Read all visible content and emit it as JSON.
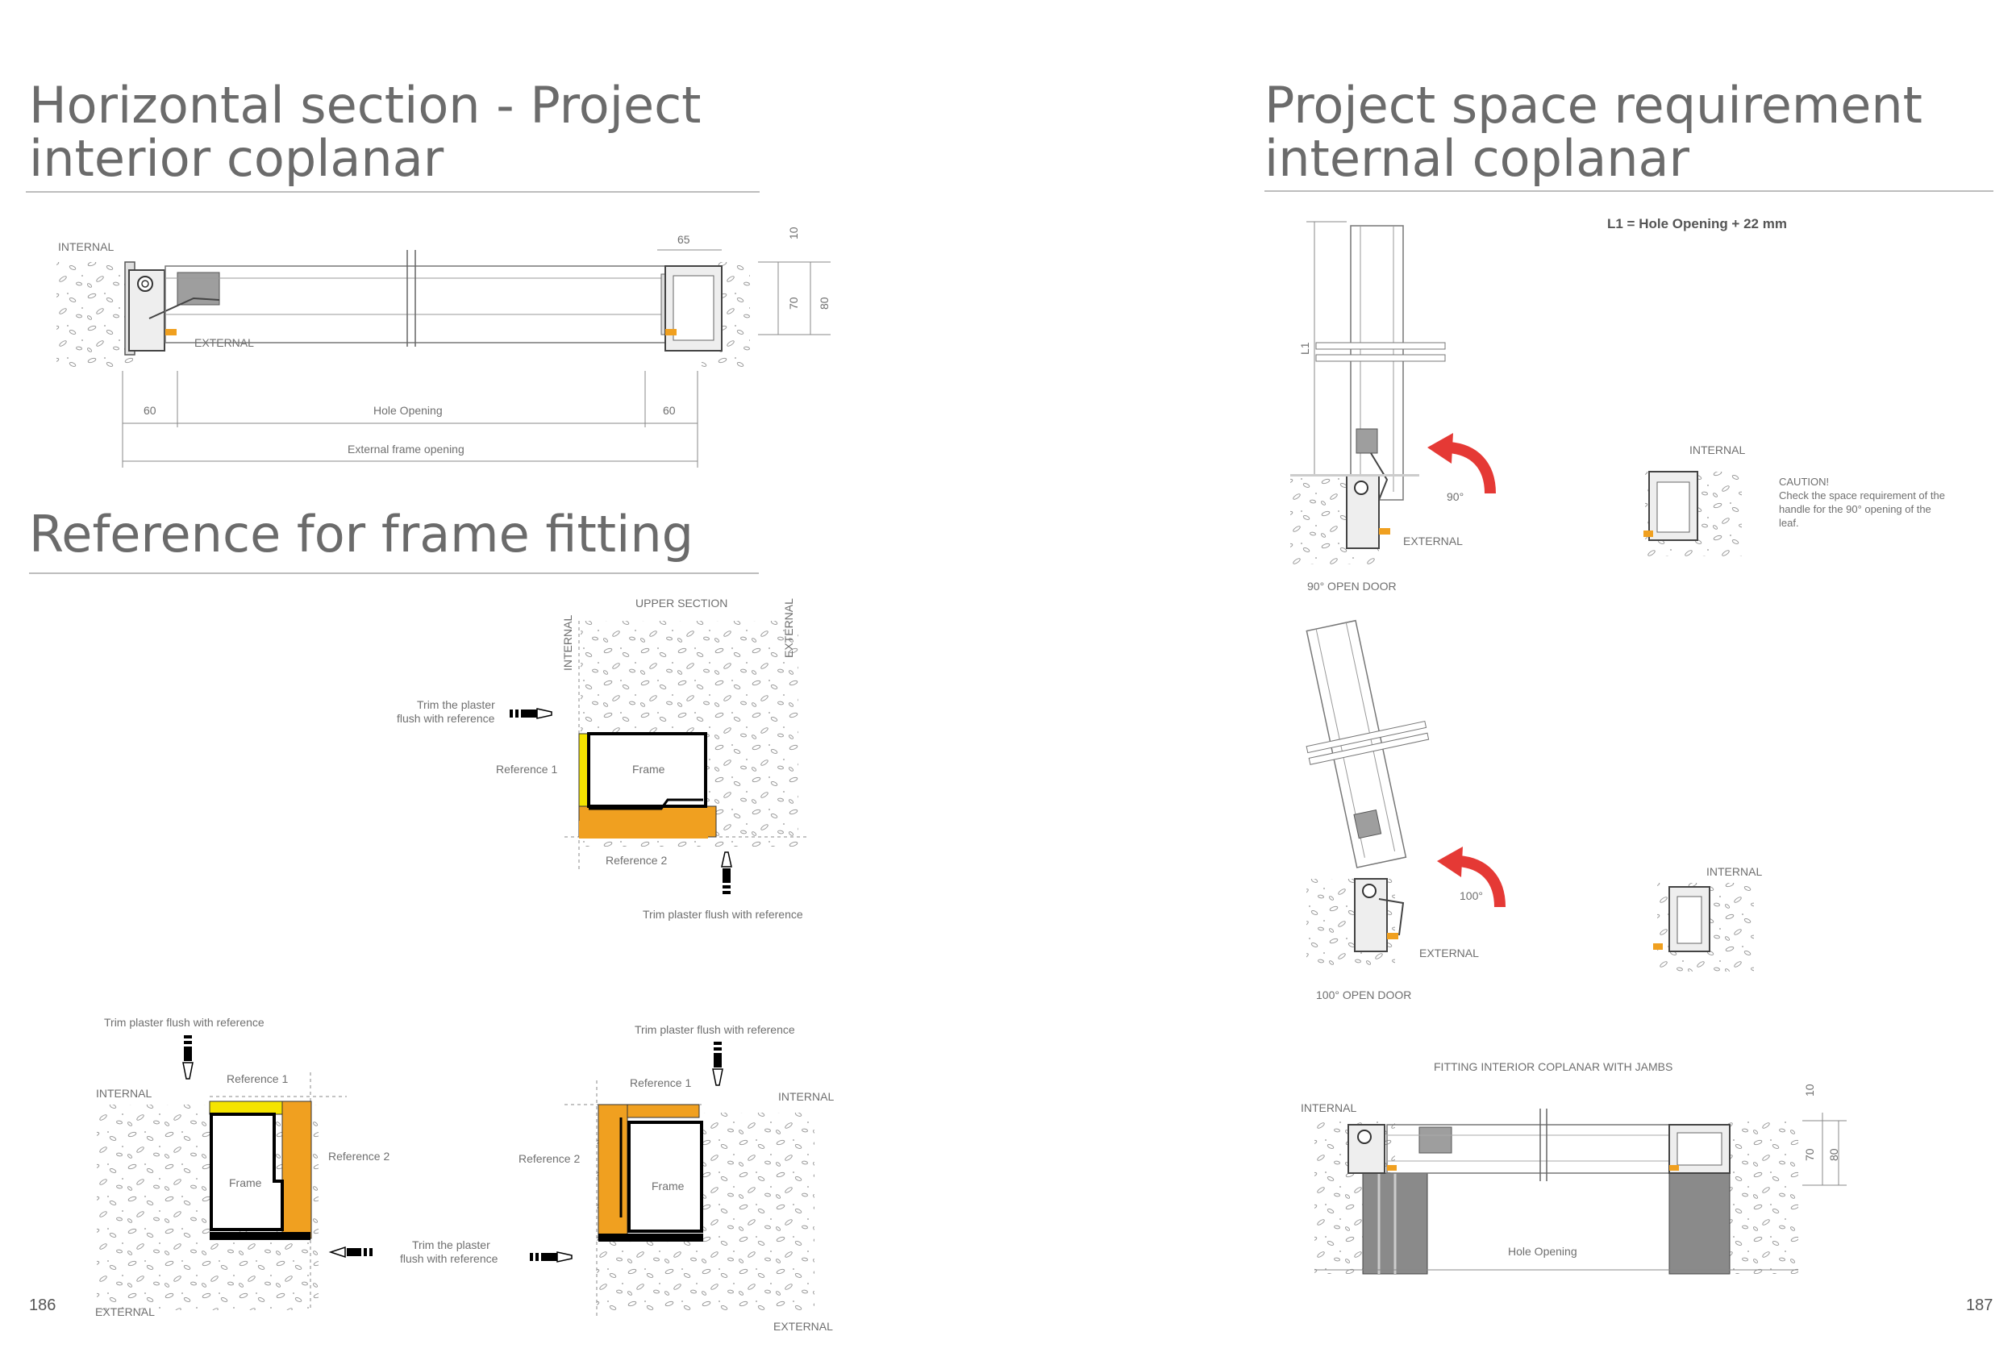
{
  "left_page": {
    "title_horizontal": [
      "Horizontal section - Project",
      "interior coplanar"
    ],
    "title_reference": "Reference for frame fitting",
    "page_number": "186",
    "horizontal_section": {
      "internal": "INTERNAL",
      "external": "EXTERNAL",
      "dim_65": "65",
      "dim_10": "10",
      "dim_70": "70",
      "dim_80": "80",
      "dim_60_left": "60",
      "dim_60_right": "60",
      "hole_opening": "Hole Opening",
      "external_frame_opening": "External frame opening"
    },
    "upper_section": {
      "heading": "UPPER SECTION",
      "internal": "INTERNAL",
      "external": "EXTERNAL",
      "trim_note": [
        "Trim the plaster",
        "flush with reference"
      ],
      "reference_1": "Reference 1",
      "frame": "Frame",
      "reference_2": "Reference 2",
      "trim_note_bottom": "Trim plaster flush with reference"
    },
    "left_jamb": {
      "trim_top": "Trim plaster flush with reference",
      "internal": "INTERNAL",
      "reference_1": "Reference 1",
      "reference_2": "Reference 2",
      "frame": "Frame",
      "trim_side": [
        "Trim the plaster",
        "flush with reference"
      ],
      "external": "EXTERNAL"
    },
    "right_jamb": {
      "trim_top": "Trim plaster flush with reference",
      "reference_1": "Reference 1",
      "internal": "INTERNAL",
      "reference_2": "Reference 2",
      "frame": "Frame",
      "external": "EXTERNAL"
    }
  },
  "right_page": {
    "title": [
      "Project space requirement",
      "internal coplanar"
    ],
    "page_number": "187",
    "formula": "L1 = Hole Opening + 22 mm",
    "l1": "L1",
    "open_90": {
      "angle": "90°",
      "external": "EXTERNAL",
      "caption": "90° OPEN DOOR",
      "internal": "INTERNAL",
      "caution": [
        "CAUTION!",
        "Check the space requirement of the",
        "handle for the 90° opening of the",
        "leaf."
      ]
    },
    "open_100": {
      "angle": "100°",
      "external": "EXTERNAL",
      "caption": "100° OPEN DOOR",
      "internal": "INTERNAL"
    },
    "jambs": {
      "heading": "FITTING INTERIOR COPLANAR WITH JAMBS",
      "internal": "INTERNAL",
      "dim_10": "10",
      "dim_70": "70",
      "dim_80": "80",
      "hole_opening": "Hole Opening"
    }
  },
  "colors": {
    "arrow_red": "#e53935",
    "reference_yellow": "#f5e400",
    "reference_orange": "#f0a020",
    "title_grey": "#6b6b6b"
  }
}
